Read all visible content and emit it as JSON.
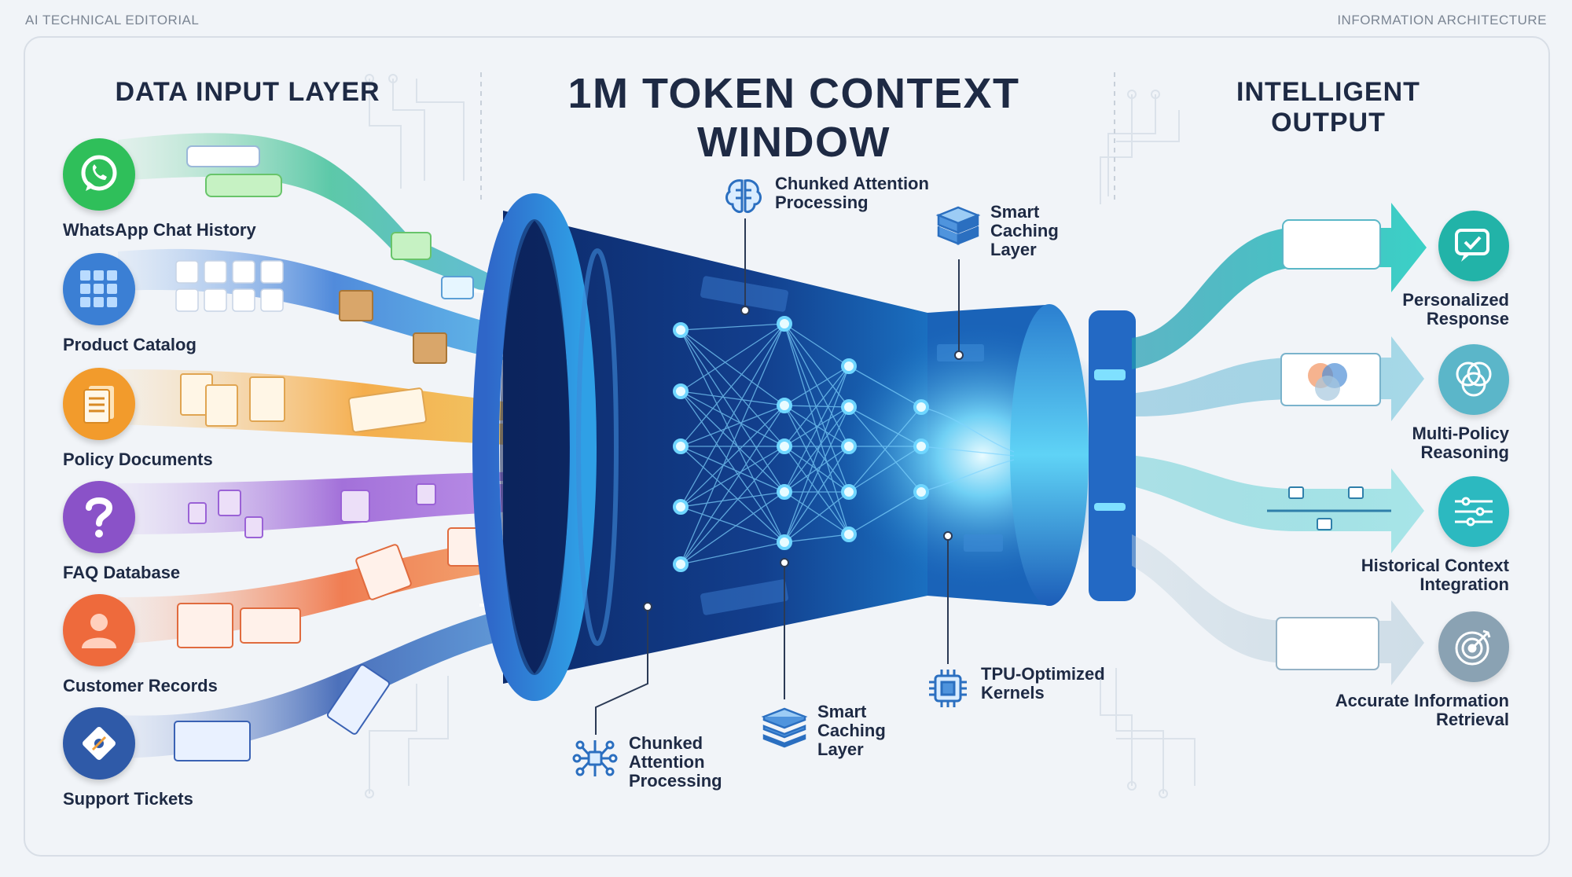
{
  "header": {
    "left": "AI TECHNICAL EDITORIAL",
    "right": "INFORMATION ARCHITECTURE"
  },
  "sections": {
    "input": "DATA INPUT LAYER",
    "center": "1M TOKEN CONTEXT WINDOW",
    "output": "INTELLIGENT OUTPUT"
  },
  "inputs": [
    {
      "label": "WhatsApp Chat History",
      "icon": "whatsapp-icon",
      "color": "#2fbf5a"
    },
    {
      "label": "Product Catalog",
      "icon": "grid-icon",
      "color": "#3b7fd4"
    },
    {
      "label": "Policy Documents",
      "icon": "document-icon",
      "color": "#f29b2c"
    },
    {
      "label": "FAQ Database",
      "icon": "question-icon",
      "color": "#8a52c8"
    },
    {
      "label": "Customer Records",
      "icon": "person-icon",
      "color": "#ee6a3c"
    },
    {
      "label": "Support Tickets",
      "icon": "ticket-icon",
      "color": "#2f5aa8"
    }
  ],
  "outputs": [
    {
      "label": "Personalized\nResponse",
      "icon": "chat-check-icon",
      "color": "#22b3a8"
    },
    {
      "label": "Multi-Policy\nReasoning",
      "icon": "venn-icon",
      "color": "#5bb6c9"
    },
    {
      "label": "Historical Context\nIntegration",
      "icon": "timeline-icon",
      "color": "#2cb9c0"
    },
    {
      "label": "Accurate Information\nRetrieval",
      "icon": "target-icon",
      "color": "#8aa2b3"
    }
  ],
  "annotations": [
    {
      "label": "Chunked Attention\nProcessing",
      "icon": "brain-icon"
    },
    {
      "label": "Smart\nCaching\nLayer",
      "icon": "database-icon"
    },
    {
      "label": "Chunked\nAttention\nProcessing",
      "icon": "network-icon"
    },
    {
      "label": "Smart\nCaching\nLayer",
      "icon": "layers-icon"
    },
    {
      "label": "TPU-Optimized\nKernels",
      "icon": "chip-icon"
    }
  ]
}
